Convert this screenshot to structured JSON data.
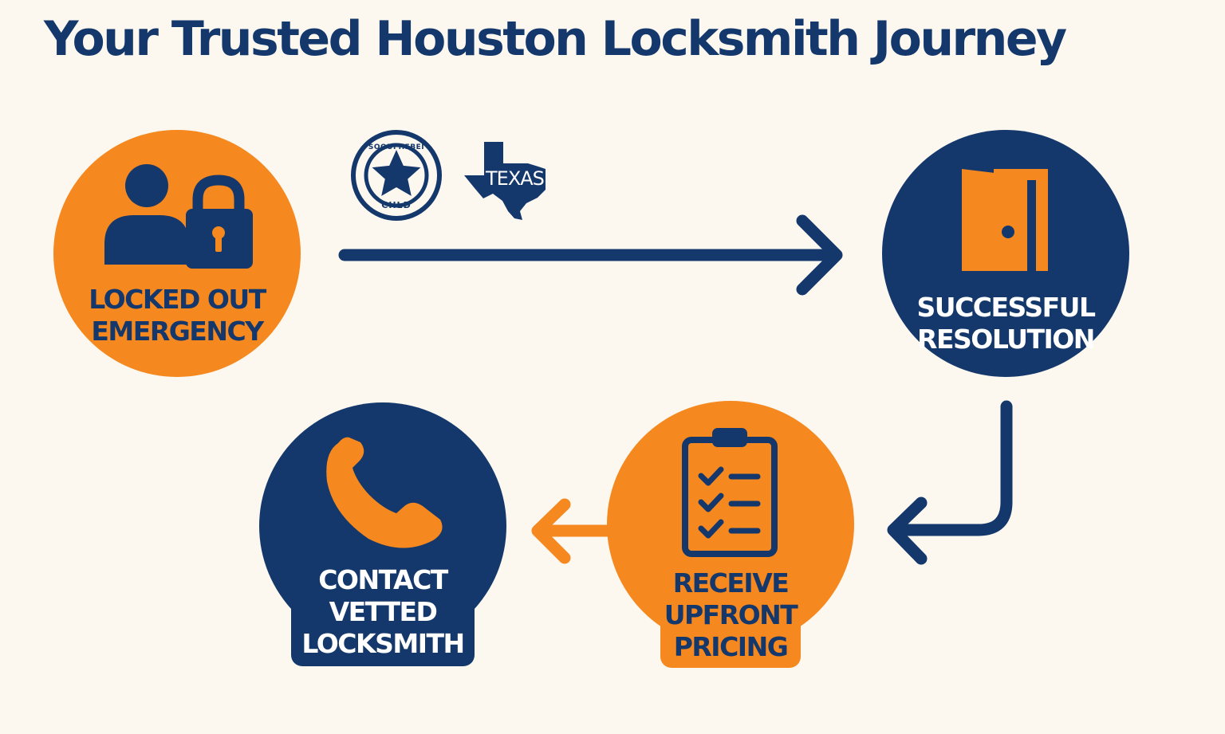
{
  "title": "Your Trusted Houston Locksmith Journey",
  "colors": {
    "navy": "#14386b",
    "orange": "#f5881f",
    "background": "#fcf8f0"
  },
  "badges": {
    "seal": {
      "top_text": "SOOUFHEBEI",
      "bottom_text": "CHLD",
      "icon": "star-icon"
    },
    "texas": {
      "text": "TEXAS",
      "icon": "texas-state-icon"
    }
  },
  "steps": [
    {
      "id": "locked-out",
      "icon": "person-padlock-icon",
      "lines": [
        "LOCKED OUT",
        "EMERGENCY"
      ],
      "fill": "orange"
    },
    {
      "id": "successful-resolution",
      "icon": "open-door-icon",
      "lines": [
        "SUCCESSFUL",
        "RESOLUTION"
      ],
      "fill": "navy"
    },
    {
      "id": "receive-pricing",
      "icon": "clipboard-checklist-icon",
      "lines": [
        "RECEIVE",
        "UPFRONT",
        "PRICING"
      ],
      "fill": "orange"
    },
    {
      "id": "contact-locksmith",
      "icon": "phone-icon",
      "lines": [
        "CONTACT",
        "VETTED",
        "LOCKSMITH"
      ],
      "fill": "navy"
    }
  ]
}
